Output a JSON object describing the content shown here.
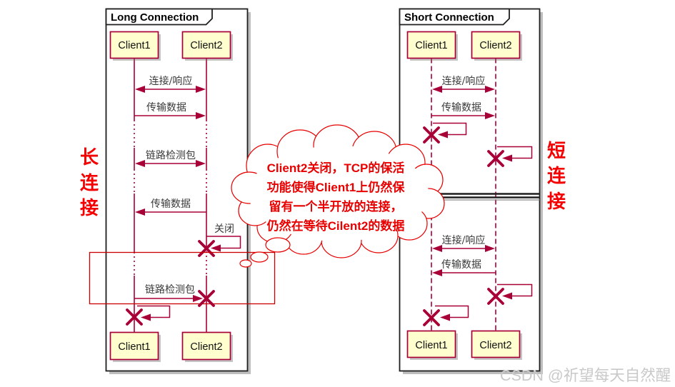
{
  "colors": {
    "diagram_accent": "#A80036",
    "participant_fill": "#FEFECE",
    "annotation_red": "#E80000",
    "frame_border": "#1F1F1F",
    "message_text": "#3A3A3A",
    "watermark_gray": "#C9C9C9"
  },
  "left_frame": {
    "title": "Long Connection",
    "participants": [
      "Client1",
      "Client2"
    ],
    "messages": [
      "连接/响应",
      "传输数据",
      "链路检测包",
      "传输数据",
      "关闭",
      "链路检测包"
    ]
  },
  "right_frame": {
    "title": "Short Connection",
    "participants": [
      "Client1",
      "Client2"
    ],
    "messages_top": [
      "连接/响应",
      "传输数据"
    ],
    "messages_bottom": [
      "连接/响应",
      "传输数据"
    ]
  },
  "annotations": {
    "left_side_label": {
      "text": "长连接",
      "chars": [
        "长",
        "连",
        "接"
      ]
    },
    "right_side_label": {
      "text": "短连接",
      "chars": [
        "短",
        "连",
        "接"
      ]
    },
    "thought_cloud": {
      "lines": [
        "Client2关闭，TCP的保活",
        "功能使得Client1上仍然保",
        "留有一个半开放的连接，",
        "仍然在等待Cilent2的数据"
      ]
    }
  },
  "watermark": {
    "text": "CSDN @祈望每天自然醒"
  }
}
